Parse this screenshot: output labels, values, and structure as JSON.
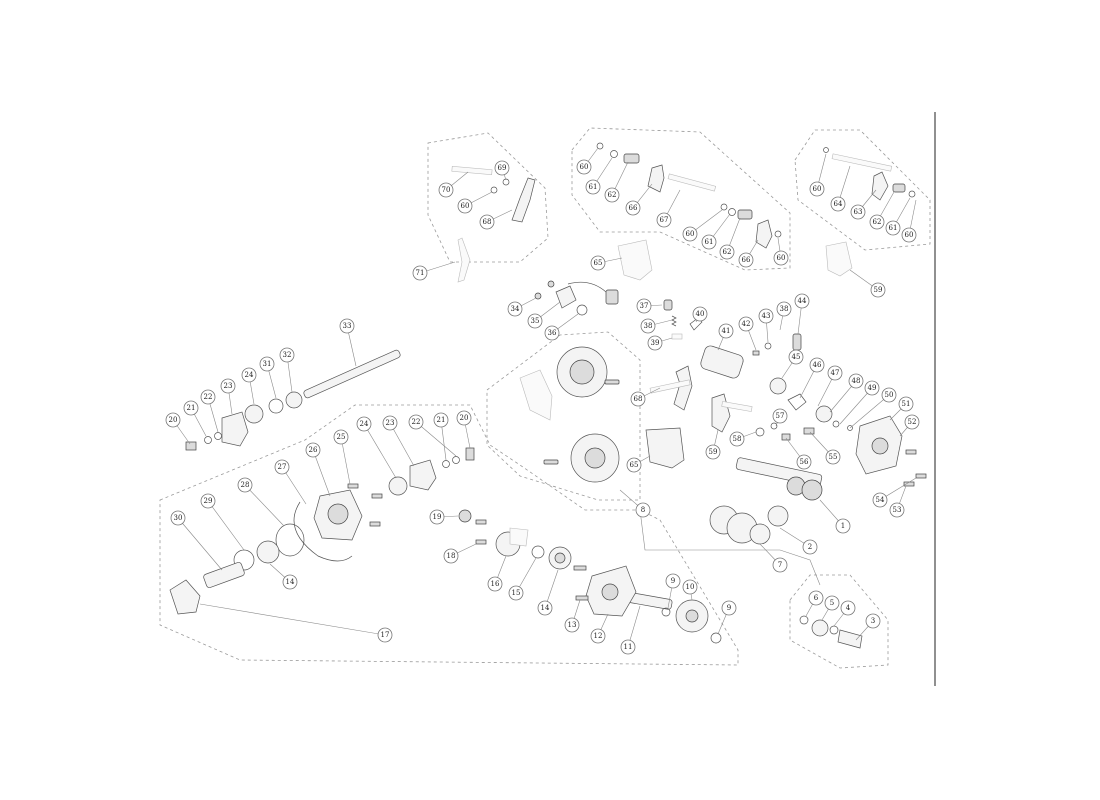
{
  "diagram": {
    "labels": [
      "1",
      "2",
      "3",
      "4",
      "5",
      "6",
      "7",
      "8",
      "9",
      "10",
      "11",
      "12",
      "13",
      "14",
      "15",
      "16",
      "17",
      "18",
      "19",
      "20",
      "21",
      "22",
      "23",
      "24",
      "25",
      "26",
      "27",
      "28",
      "29",
      "30",
      "31",
      "32",
      "33",
      "34",
      "35",
      "36",
      "37",
      "38",
      "39",
      "40",
      "41",
      "42",
      "43",
      "44",
      "45",
      "46",
      "47",
      "48",
      "49",
      "50",
      "51",
      "52",
      "53",
      "54",
      "55",
      "56",
      "57",
      "58",
      "59",
      "60",
      "61",
      "62",
      "63",
      "64",
      "65",
      "66",
      "67",
      "68",
      "69",
      "70",
      "71"
    ]
  }
}
